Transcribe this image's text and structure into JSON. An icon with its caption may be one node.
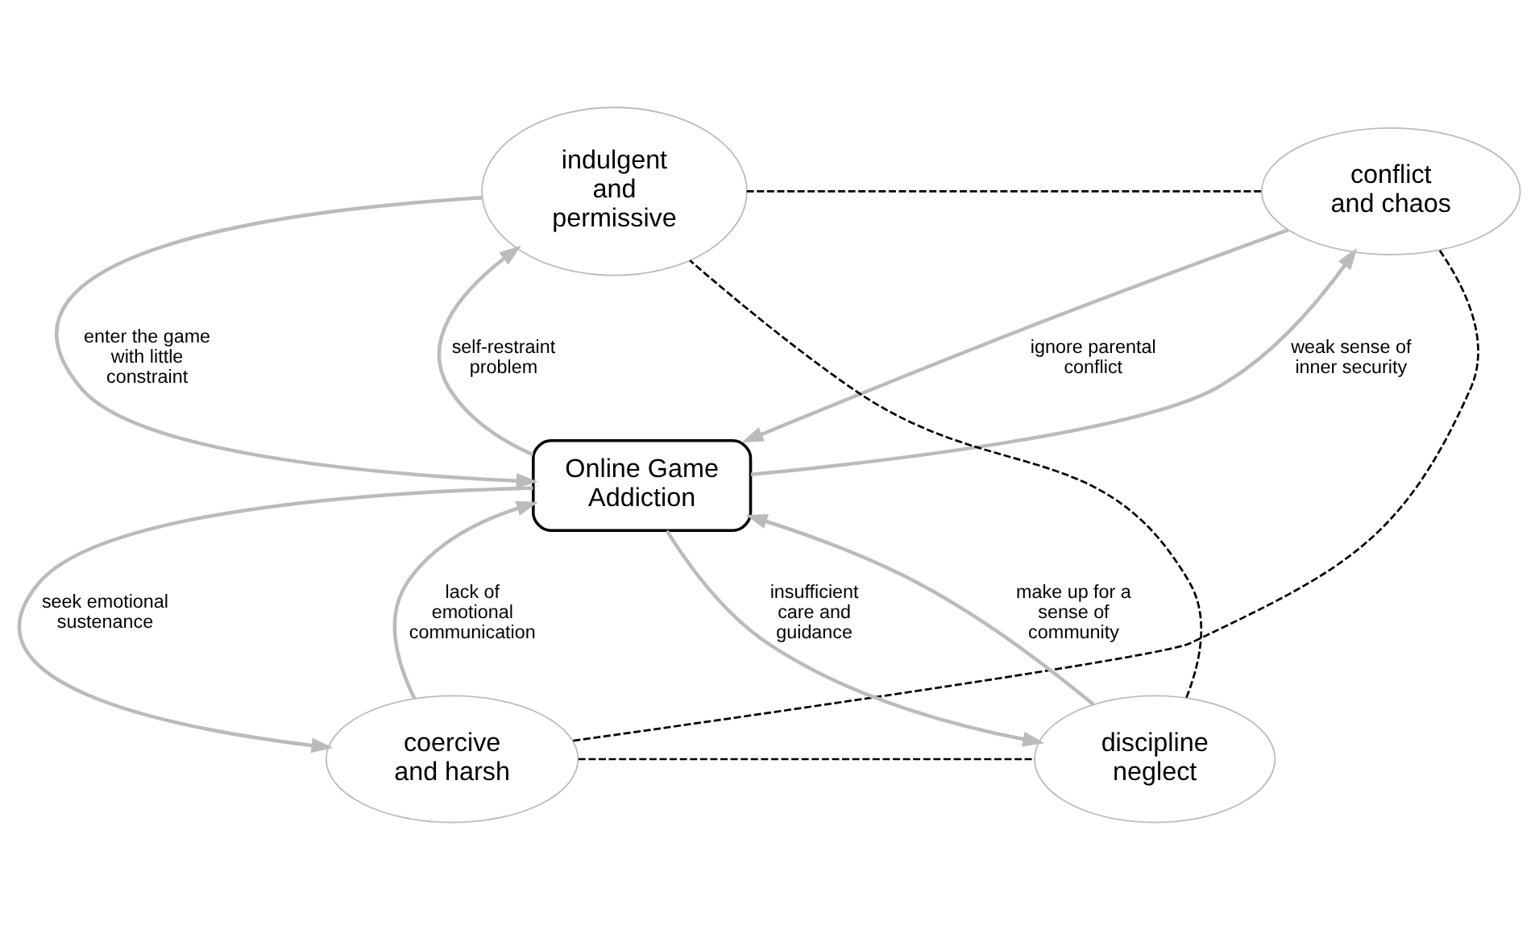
{
  "diagram": {
    "nodes": [
      {
        "text": [
          "indulgent and permissive"
        ]
      },
      {
        "text": [
          "conflict and chaos"
        ]
      },
      {
        "text": [
          "Online Game Addiction"
        ]
      },
      {
        "text": [
          "discipline neglect"
        ]
      },
      {
        "text": [
          "coercive and harsh"
        ]
      }
    ],
    "edges": [
      {
        "from": 0,
        "to": 2,
        "arrow": "to",
        "label": "enter the game with little constraint"
      },
      {
        "from": 2,
        "to": 0,
        "arrow": "to",
        "label": "self-restraint problem"
      },
      {
        "from": 2,
        "to": 1,
        "arrow": "to",
        "label": "weak sense of inner security"
      },
      {
        "from": 1,
        "to": 2,
        "arrow": "to",
        "label": "ignore parental conflict"
      },
      {
        "from": 3,
        "to": 2,
        "arrow": "to",
        "label": "make up for a sense of community"
      },
      {
        "from": 2,
        "to": 3,
        "arrow": "to",
        "label": "insufficient care and guidance"
      },
      {
        "from": 2,
        "to": 4,
        "arrow": "to",
        "label": "seek emotional sustenance"
      },
      {
        "from": 4,
        "to": 2,
        "arrow": "to",
        "label": "lack of emotional communication"
      },
      {
        "from": 0,
        "to": 1,
        "arrow": "none",
        "style": "dashed",
        "color": "#000000"
      },
      {
        "from": 1,
        "to": 4,
        "arrow": "none",
        "style": "dashed",
        "color": "#000000"
      },
      {
        "from": 4,
        "to": 3,
        "arrow": "none",
        "style": "dashed",
        "color": "#000000"
      },
      {
        "from": 3,
        "to": 0,
        "arrow": "none",
        "style": "dashed",
        "color": "#000000"
      }
    ]
  }
}
